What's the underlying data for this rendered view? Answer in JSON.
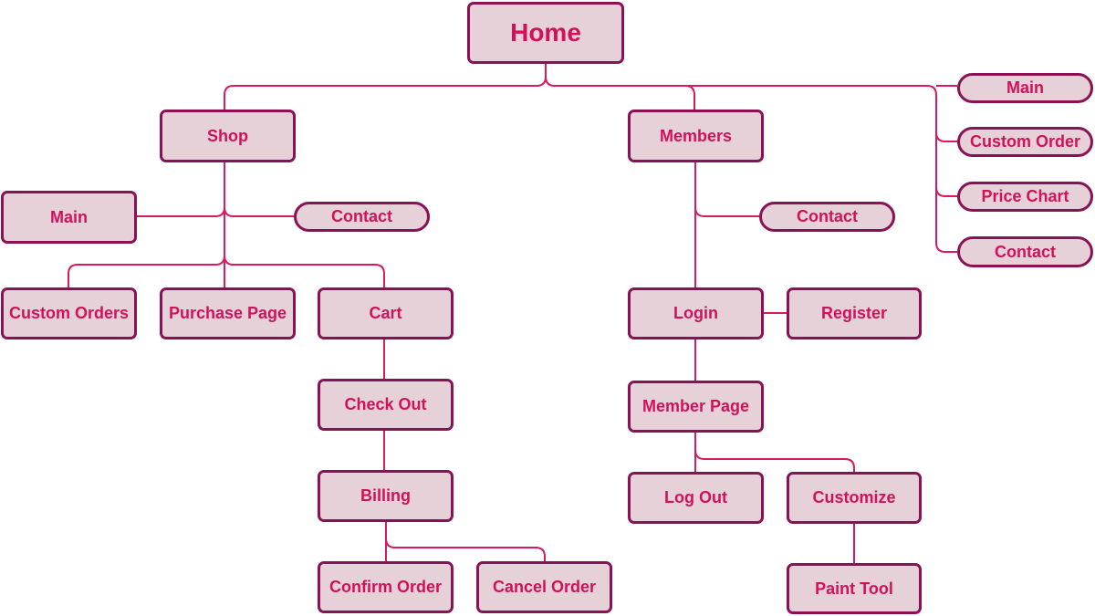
{
  "diagram": {
    "colors": {
      "box_fill": "#e6d1d9",
      "box_border": "#8a1254",
      "label_text": "#d1125a",
      "connector": "#d81b60"
    },
    "nodes": {
      "home": "Home",
      "shop": "Shop",
      "members": "Members",
      "shop_main": "Main",
      "shop_contact": "Contact",
      "custom_orders": "Custom Orders",
      "purchase_page": "Purchase Page",
      "cart": "Cart",
      "check_out": "Check Out",
      "billing": "Billing",
      "confirm_order": "Confirm Order",
      "cancel_order": "Cancel Order",
      "members_contact": "Contact",
      "login": "Login",
      "register": "Register",
      "member_page": "Member Page",
      "log_out": "Log Out",
      "customize": "Customize",
      "paint_tool": "Paint Tool",
      "side_main": "Main",
      "side_custom_order": "Custom Order",
      "side_price_chart": "Price Chart",
      "side_contact": "Contact"
    }
  }
}
